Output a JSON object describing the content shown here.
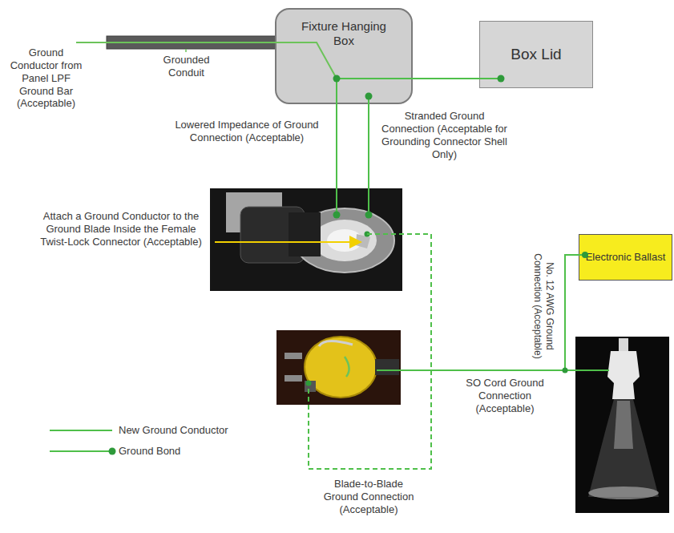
{
  "diagram": {
    "nodes": [
      {
        "text": [
          "Fixture Hanging Box"
        ]
      },
      {
        "text": [
          "Box Lid"
        ]
      },
      {
        "text": [
          "Electronic Ballast"
        ]
      }
    ],
    "edges": [
      {
        "from": 0,
        "to": 1,
        "arrow": "none"
      }
    ],
    "labels": [
      "Ground Conductor from Panel LPF Ground Bar (Acceptable)",
      "Grounded Conduit",
      "Lowered Impedance of Ground Connection (Acceptable)",
      "Stranded Ground Connection (Acceptable for Grounding Connector Shell Only)",
      "Attach a Ground Conductor to the Ground Blade Inside the Female Twist-Lock Connector (Acceptable)",
      "No. 12 AWG Ground Connection (Acceptable)",
      "SO Cord Ground Connection (Acceptable)",
      "Blade-to-Blade Ground Connection (Acceptable)"
    ],
    "legend": [
      {
        "text": "New Ground Conductor"
      },
      {
        "text": "Ground Bond"
      }
    ]
  }
}
